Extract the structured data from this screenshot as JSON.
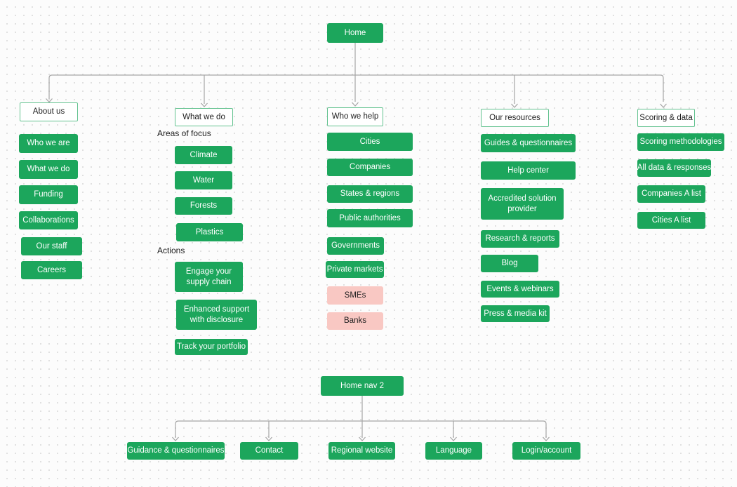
{
  "palette": {
    "green": "#1CA65C",
    "pink": "#F9C8C3",
    "header_border": "#62C28F",
    "connector": "#A5A5A5",
    "text_dark": "#1E1E1E",
    "text_light": "#FFFFFF",
    "canvas_bg": "#FCFCFC",
    "dot": "#DEDEDE"
  },
  "sitemap": {
    "root": "Home",
    "columns": [
      {
        "id": "about-us",
        "header": "About us",
        "items": [
          "Who we are",
          "What we do",
          "Funding",
          "Collaborations",
          "Our staff",
          "Careers"
        ]
      },
      {
        "id": "what-we-do",
        "header": "What we do",
        "groups": [
          {
            "label": "Areas of focus",
            "items": [
              "Climate",
              "Water",
              "Forests",
              "Plastics"
            ]
          },
          {
            "label": "Actions",
            "items": [
              "Engage your supply chain",
              "Enhanced support with disclosure",
              "Track your portfolio"
            ]
          }
        ]
      },
      {
        "id": "who-we-help",
        "header": "Who we help",
        "items": [
          {
            "label": "Cities",
            "variant": "green"
          },
          {
            "label": "Companies",
            "variant": "green"
          },
          {
            "label": "States & regions",
            "variant": "green"
          },
          {
            "label": "Public authorities",
            "variant": "green"
          },
          {
            "label": "Governments",
            "variant": "green"
          },
          {
            "label": "Private markets",
            "variant": "green"
          },
          {
            "label": "SMEs",
            "variant": "pink"
          },
          {
            "label": "Banks",
            "variant": "pink"
          }
        ]
      },
      {
        "id": "our-resources",
        "header": "Our resources",
        "items": [
          "Guides & questionnaires",
          "Help center",
          "Accredited solution provider",
          "Research & reports",
          "Blog",
          "Events & webinars",
          "Press & media kit"
        ]
      },
      {
        "id": "scoring-data",
        "header": "Scoring & data",
        "items": [
          "Scoring methodologies",
          "All data & responses",
          "Companies A list",
          "Cities A list"
        ]
      }
    ]
  },
  "footer_nav": {
    "root": "Home nav 2",
    "items": [
      "Guidance & questionnaires",
      "Contact",
      "Regional website",
      "Language",
      "Login/account"
    ]
  }
}
